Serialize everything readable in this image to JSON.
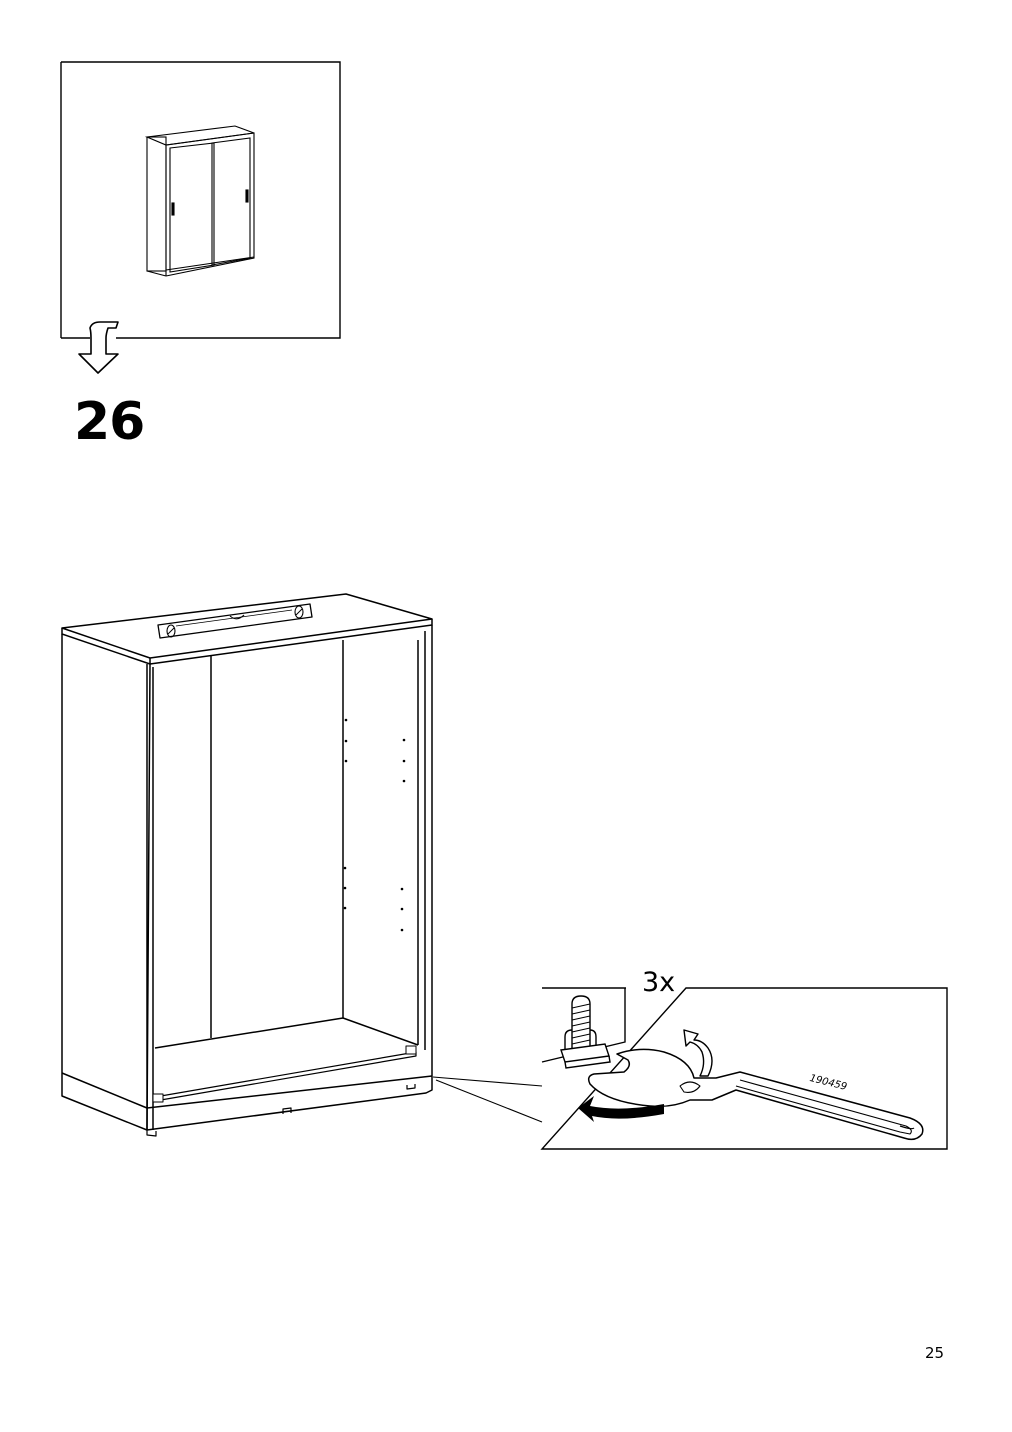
{
  "step": {
    "number": "26"
  },
  "detail": {
    "quantity": "3x",
    "part_number": "190459"
  },
  "page": {
    "number": "25"
  },
  "colors": {
    "line": "#000000",
    "background": "#ffffff"
  }
}
